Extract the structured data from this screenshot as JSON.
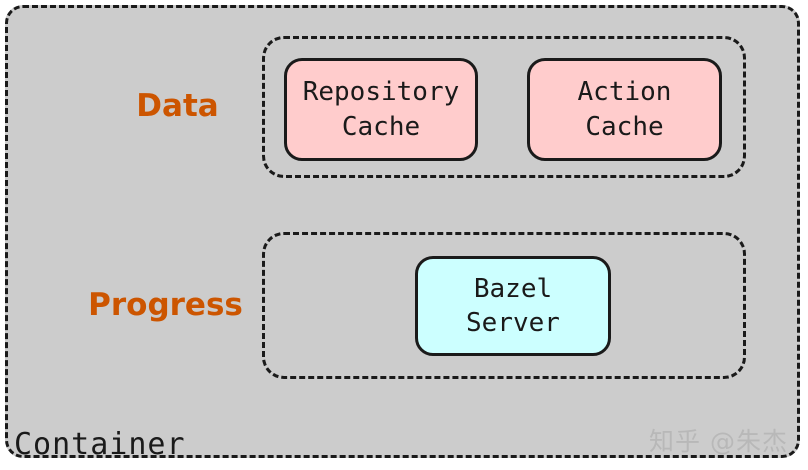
{
  "diagram": {
    "container": {
      "label": "Container",
      "fill_color": "#cccccc",
      "border_color": "#1a1a1a"
    },
    "rows": [
      {
        "label": "Data",
        "label_color": "#cc5500",
        "nodes": [
          {
            "line1": "Repository",
            "line2": "Cache",
            "fill_color": "#ffcccc"
          },
          {
            "line1": "Action",
            "line2": "Cache",
            "fill_color": "#ffcccc"
          }
        ]
      },
      {
        "label": "Progress",
        "label_color": "#cc5500",
        "nodes": [
          {
            "line1": "Bazel",
            "line2": "Server",
            "fill_color": "#ccffff"
          }
        ]
      }
    ],
    "watermark": "知乎 @朱杰"
  }
}
